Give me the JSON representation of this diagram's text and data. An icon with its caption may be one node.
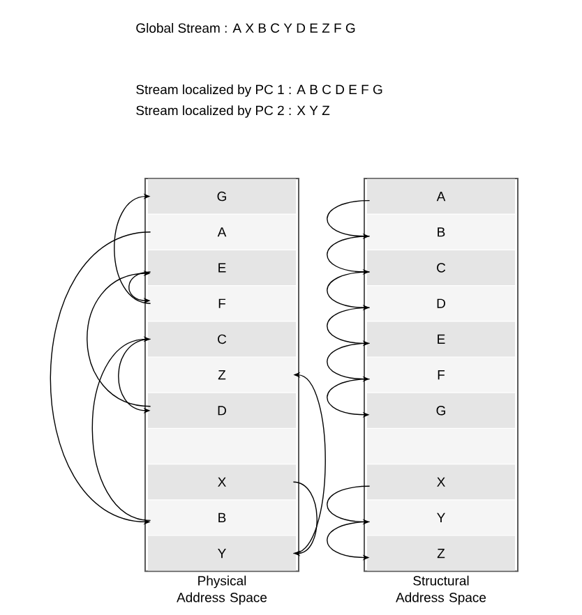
{
  "diagram": {
    "nodes": [
      {
        "text": [
          "Physical Address Space"
        ]
      },
      {
        "text": [
          "G"
        ],
        "in": 0
      },
      {
        "text": [
          "A"
        ],
        "in": 0
      },
      {
        "text": [
          "E"
        ],
        "in": 0
      },
      {
        "text": [
          "F"
        ],
        "in": 0
      },
      {
        "text": [
          "C"
        ],
        "in": 0
      },
      {
        "text": [
          "Z"
        ],
        "in": 0
      },
      {
        "text": [
          "D"
        ],
        "in": 0
      },
      {
        "text": [],
        "shape": "bar",
        "in": 0
      },
      {
        "text": [
          "X"
        ],
        "in": 0
      },
      {
        "text": [
          "B"
        ],
        "in": 0
      },
      {
        "text": [
          "Y"
        ],
        "in": 0
      },
      {
        "text": [
          "Structural Address Space"
        ]
      },
      {
        "text": [
          "A"
        ],
        "in": 12
      },
      {
        "text": [
          "B"
        ],
        "in": 12
      },
      {
        "text": [
          "C"
        ],
        "in": 12
      },
      {
        "text": [
          "D"
        ],
        "in": 12
      },
      {
        "text": [
          "E"
        ],
        "in": 12
      },
      {
        "text": [
          "F"
        ],
        "in": 12
      },
      {
        "text": [
          "G"
        ],
        "in": 12
      },
      {
        "text": [],
        "shape": "bar",
        "in": 12
      },
      {
        "text": [
          "X"
        ],
        "in": 12
      },
      {
        "text": [
          "Y"
        ],
        "in": 12
      },
      {
        "text": [
          "Z"
        ],
        "in": 12
      }
    ],
    "edges": [
      {
        "from": 2,
        "to": 10,
        "arrow": "to"
      },
      {
        "from": 10,
        "to": 5,
        "arrow": "to"
      },
      {
        "from": 5,
        "to": 7,
        "arrow": "to"
      },
      {
        "from": 7,
        "to": 3,
        "arrow": "to"
      },
      {
        "from": 3,
        "to": 4,
        "arrow": "to"
      },
      {
        "from": 4,
        "to": 1,
        "arrow": "to"
      },
      {
        "from": 9,
        "to": 11,
        "arrow": "to"
      },
      {
        "from": 11,
        "to": 6,
        "arrow": "to"
      },
      {
        "from": 13,
        "to": 14,
        "arrow": "to"
      },
      {
        "from": 14,
        "to": 15,
        "arrow": "to"
      },
      {
        "from": 15,
        "to": 16,
        "arrow": "to"
      },
      {
        "from": 16,
        "to": 17,
        "arrow": "to"
      },
      {
        "from": 17,
        "to": 18,
        "arrow": "to"
      },
      {
        "from": 18,
        "to": 19,
        "arrow": "to"
      },
      {
        "from": 21,
        "to": 22,
        "arrow": "to"
      },
      {
        "from": 22,
        "to": 23,
        "arrow": "to"
      }
    ],
    "labels": [
      "Global Stream : A X B C Y D E Z F G",
      "Stream localized by PC 1 : A B C D E F G",
      "Stream localized by PC 2 : X Y Z"
    ]
  }
}
